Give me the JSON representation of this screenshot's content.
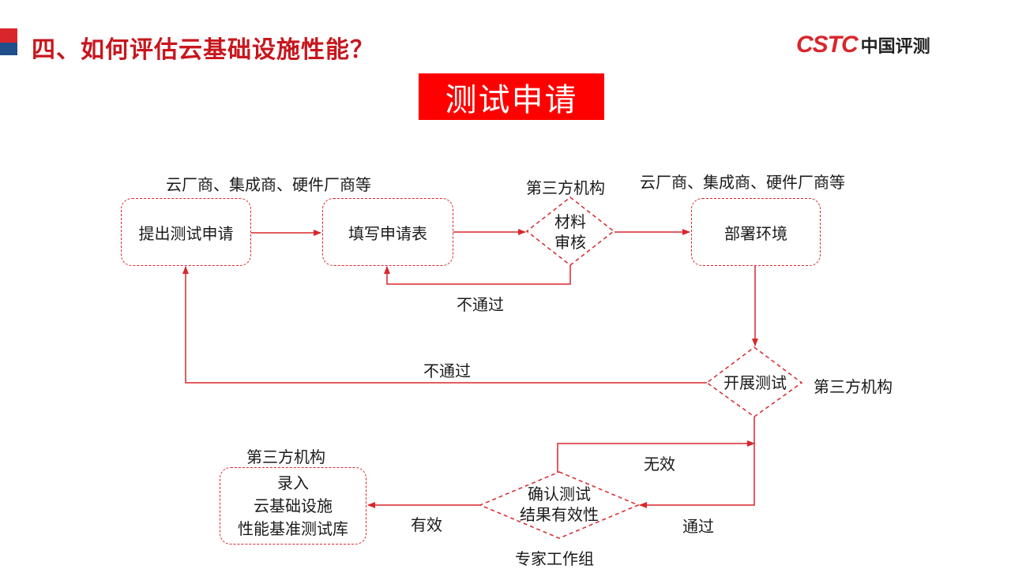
{
  "header": {
    "title": "四、如何评估云基础设施性能？",
    "logo_mark": "CSTC",
    "logo_text": "中国评测",
    "banner": "测试申请"
  },
  "nodes": {
    "submit": "提出测试申请",
    "fill_form": "填写申请表",
    "review_line1": "材料",
    "review_line2": "审核",
    "deploy": "部署环境",
    "testing": "开展测试",
    "confirm_line1": "确认测试",
    "confirm_line2": "结果有效性",
    "entry_line1": "录入",
    "entry_line2": "云基础设施",
    "entry_line3": "性能基准测试库"
  },
  "labels": {
    "vendors_left": "云厂商、集成商、硬件厂商等",
    "vendors_right": "云厂商、集成商、硬件厂商等",
    "third_party_review": "第三方机构",
    "third_party_testing": "第三方机构",
    "third_party_entry": "第三方机构",
    "expert_group": "专家工作组",
    "fail_review": "不通过",
    "fail_testing": "不通过",
    "invalid": "无效",
    "pass": "通过",
    "valid": "有效"
  },
  "colors": {
    "accent_red": "#d9262c",
    "accent_blue": "#1f4e8c",
    "banner_red": "#ff0000",
    "title_red": "#c8161d"
  }
}
